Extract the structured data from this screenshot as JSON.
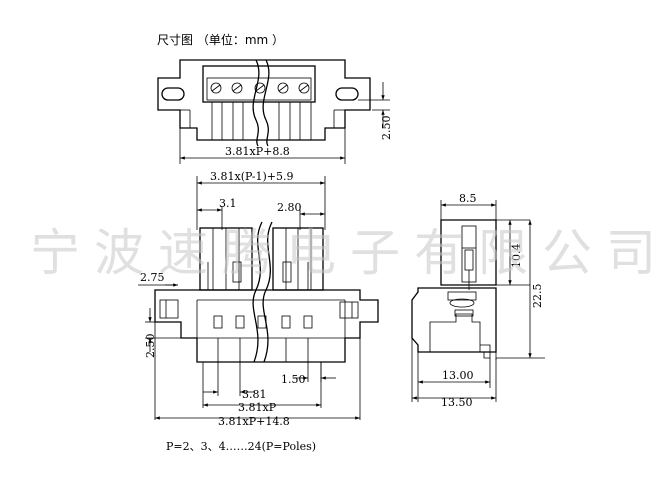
{
  "title": "尺寸图 （单位：mm ）",
  "watermark": "宁波速腾电子有限公司",
  "top_view": {
    "dim_total": "3.81xP+8.8",
    "dim_height": "2.50"
  },
  "front_view": {
    "dim_pitch_span": "3.81x(P-1)+5.9",
    "dim_left_offset": "3.1",
    "dim_right_offset": "2.80",
    "dim_left_tab": "2.75",
    "dim_left_height": "2.50",
    "dim_pin_width": "1.50",
    "dim_pitch": "3.81",
    "dim_pitch_total": "3.81xP",
    "dim_overall": "3.81xP+14.8"
  },
  "side_view": {
    "dim_top": "8.5",
    "dim_upper_height": "10.4",
    "dim_total_height": "22.5",
    "dim_width_inner": "13.00",
    "dim_width_outer": "13.50"
  },
  "footnote": "P=2、3、4……24(P=Poles)"
}
